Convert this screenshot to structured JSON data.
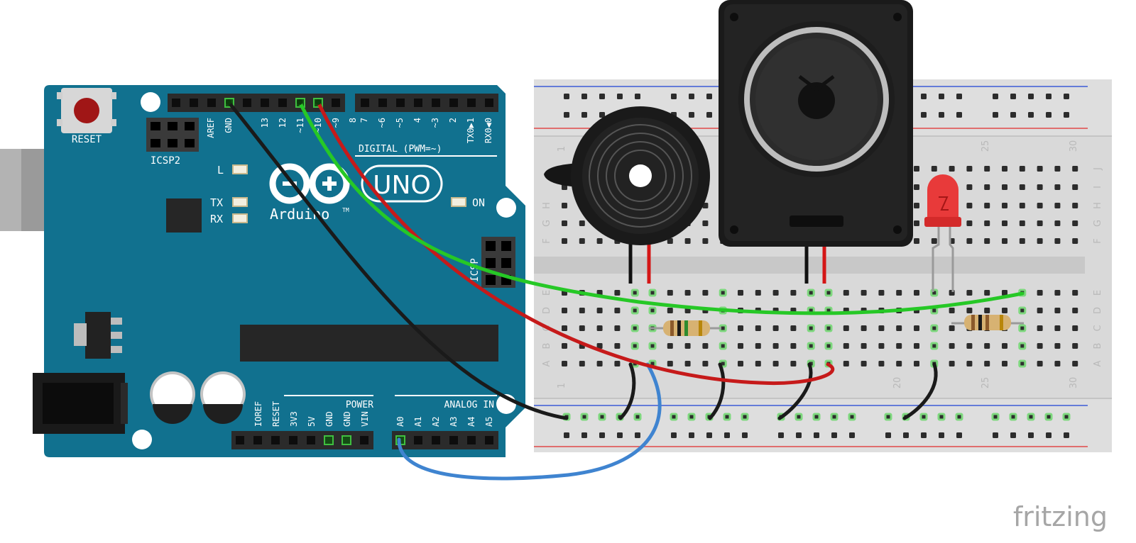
{
  "arduino": {
    "reset_label": "RESET",
    "icsp2_label": "ICSP2",
    "icsp_label": "ICSP",
    "brand_label": "Arduino",
    "tm_label": "TM",
    "model_label": "UNO",
    "led_l_label": "L",
    "led_tx_label": "TX",
    "led_rx_label": "RX",
    "led_on_label": "ON",
    "digital_label": "DIGITAL (PWM=~)",
    "power_label": "POWER",
    "analog_label": "ANALOG IN",
    "digital_pins_left": [
      "AREF",
      "GND",
      "13",
      "12",
      "~11",
      "~10",
      "~9",
      "8"
    ],
    "digital_pins_right": [
      "7",
      "~6",
      "~5",
      "4",
      "~3",
      "2",
      "TX0▶1",
      "RX0◀0"
    ],
    "power_pins": [
      "IOREF",
      "RESET",
      "3V3",
      "5V",
      "GND",
      "GND",
      "VIN"
    ],
    "analog_pins": [
      "A0",
      "A1",
      "A2",
      "A3",
      "A4",
      "A5"
    ]
  },
  "breadboard": {
    "row_letters_top": [
      "J",
      "I",
      "H",
      "G",
      "F"
    ],
    "row_letters_bottom": [
      "E",
      "D",
      "C",
      "B",
      "A"
    ],
    "column_numbers_top": [
      "1",
      "25",
      "30"
    ],
    "column_numbers_bottom": [
      "1",
      "20",
      "25",
      "30"
    ]
  },
  "colors": {
    "board": "#11718f",
    "wire_black": "#1a1a1a",
    "wire_red": "#c61a1a",
    "wire_green": "#26c826",
    "wire_blue": "#3f84d0",
    "led_red": "#e83a3a"
  },
  "watermark": "fritzing"
}
